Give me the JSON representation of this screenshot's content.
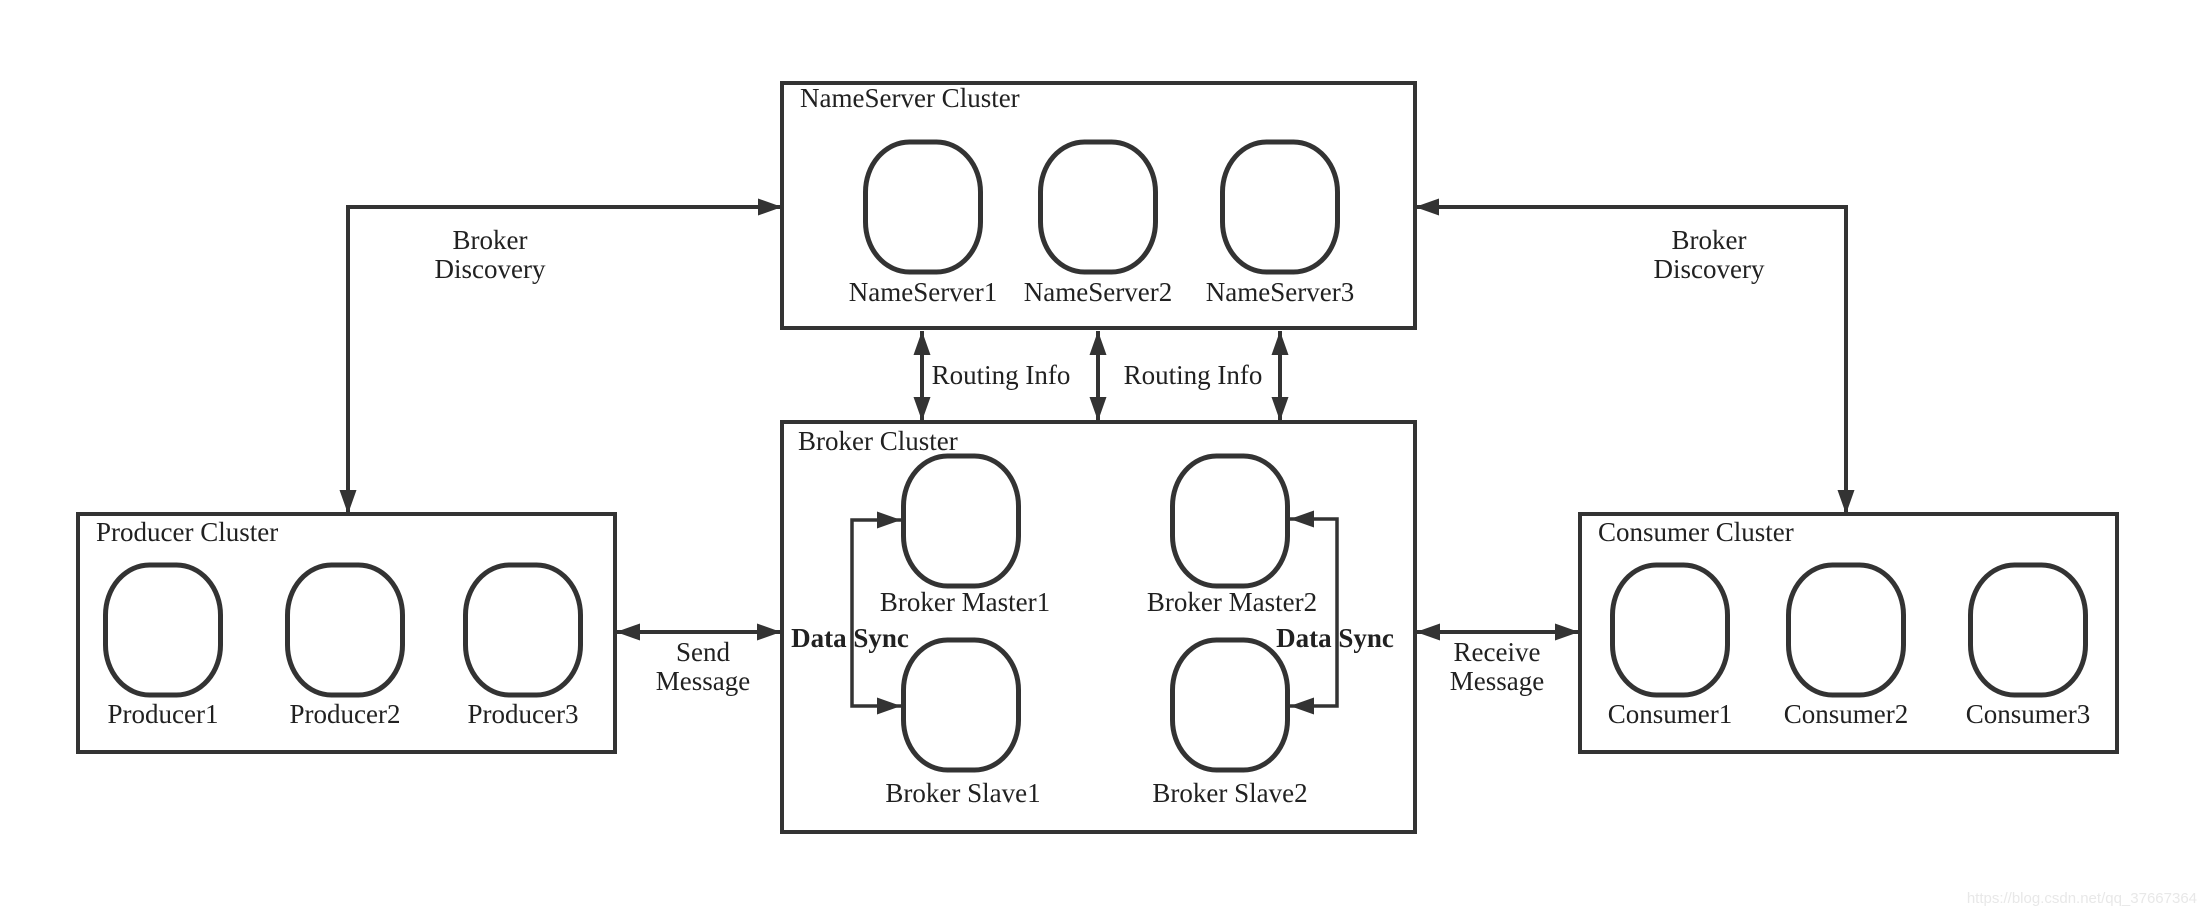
{
  "clusters": {
    "nameserver": {
      "title": "NameServer Cluster",
      "nodes": [
        "NameServer1",
        "NameServer2",
        "NameServer3"
      ]
    },
    "broker": {
      "title": "Broker Cluster",
      "masters": [
        "Broker Master1",
        "Broker Master2"
      ],
      "slaves": [
        "Broker Slave1",
        "Broker Slave2"
      ]
    },
    "producer": {
      "title": "Producer Cluster",
      "nodes": [
        "Producer1",
        "Producer2",
        "Producer3"
      ]
    },
    "consumer": {
      "title": "Consumer Cluster",
      "nodes": [
        "Consumer1",
        "Consumer2",
        "Consumer3"
      ]
    }
  },
  "edges": {
    "broker_discovery": {
      "line1": "Broker",
      "line2": "Discovery"
    },
    "routing_info": {
      "label": "Routing Info"
    },
    "send_message": {
      "line1": "Send",
      "line2": "Message"
    },
    "receive_message": {
      "line1": "Receive",
      "line2": "Message"
    },
    "data_sync": {
      "label": "Data Sync"
    }
  },
  "watermark": {
    "text": "https://blog.csdn.net/qq_37667364"
  },
  "colors": {
    "stroke": "#333333",
    "text": "#212121",
    "background": "#ffffff",
    "watermark": "#e8e8e8"
  }
}
